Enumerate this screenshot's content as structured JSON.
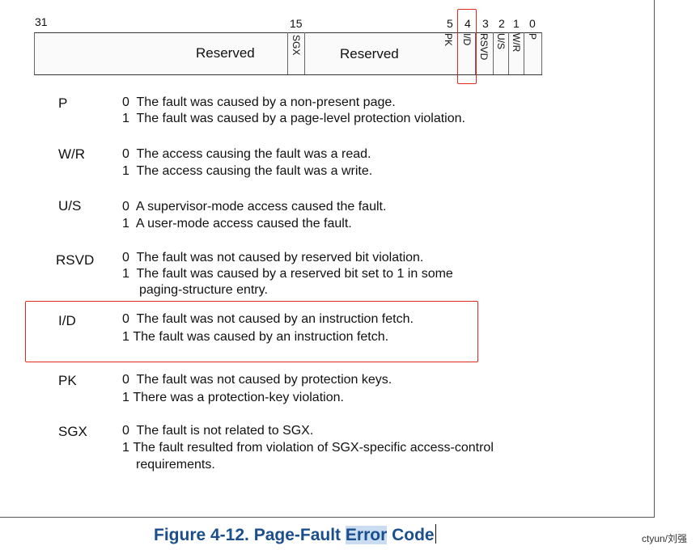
{
  "register": {
    "bit_numbers": {
      "b31": "31",
      "b15": "15",
      "b5": "5",
      "b4": "4",
      "b3": "3",
      "b2": "2",
      "b1": "1",
      "b0": "0"
    },
    "reserved_high": "Reserved",
    "reserved_low": "Reserved",
    "bits": {
      "sgx": "SGX",
      "pk": "PK",
      "id": "I/D",
      "rsvd": "RSVD",
      "us": "U/S",
      "wr": "W/R",
      "p": "P"
    }
  },
  "fields": [
    {
      "name": "P",
      "lines": [
        {
          "num": "0",
          "text": "The fault was caused by a non-present page."
        },
        {
          "num": "1",
          "text": "The fault was caused by a page-level protection violation."
        }
      ]
    },
    {
      "name": "W/R",
      "lines": [
        {
          "num": "0",
          "text": "The access causing the fault was a read."
        },
        {
          "num": "1",
          "text": "The access causing the fault was a write."
        }
      ]
    },
    {
      "name": "U/S",
      "lines": [
        {
          "num": "0",
          "text": "A supervisor-mode access caused the fault."
        },
        {
          "num": "1",
          "text": "A user-mode access caused the fault."
        }
      ]
    },
    {
      "name": "RSVD",
      "lines": [
        {
          "num": "0",
          "text": "The fault was not caused by reserved bit violation."
        },
        {
          "num": "1",
          "text": "The fault was caused by a reserved bit set to 1 in some"
        }
      ],
      "cont": "paging-structure entry."
    },
    {
      "name": "I/D",
      "lines": [
        {
          "num": "0",
          "text": "The fault was not caused by an instruction fetch."
        },
        {
          "num": "1",
          "text": "The fault was caused by an instruction fetch."
        }
      ]
    },
    {
      "name": "PK",
      "lines": [
        {
          "num": "0",
          "text": "The fault was not caused by protection keys."
        },
        {
          "num": "1",
          "text": "There was a protection-key violation."
        }
      ]
    },
    {
      "name": "SGX",
      "lines": [
        {
          "num": "0",
          "text": "The fault is not related to SGX."
        },
        {
          "num": "1",
          "text": "The fault resulted from violation of SGX-specific access-control"
        }
      ],
      "cont": "requirements."
    }
  ],
  "caption": {
    "part1": "Figure 4-12.  Page-Fault ",
    "selected": "Error",
    "part2": " Code"
  },
  "watermark": "ctyun/刘强",
  "colors": {
    "highlight": "#e0281c",
    "caption": "#1b4e8c",
    "selection": "#c9dcf2"
  }
}
